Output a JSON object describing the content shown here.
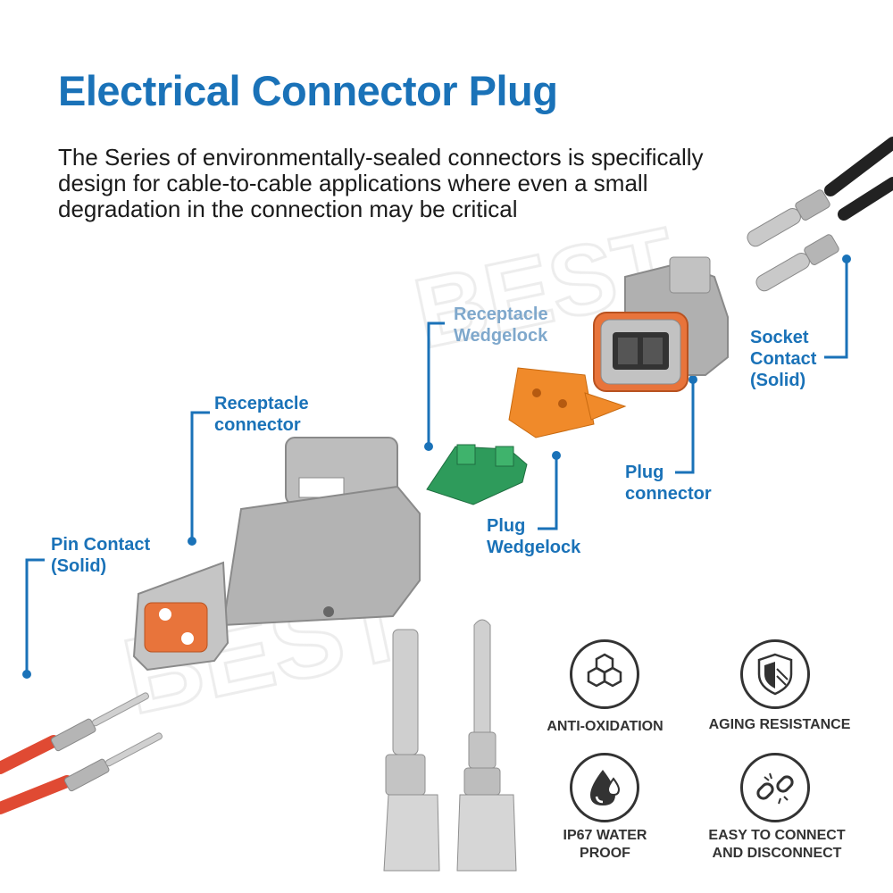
{
  "title": "Electrical Connector Plug",
  "description": [
    "The Series of environmentally-sealed connectors is specifically",
    "design for cable-to-cable applications where even a small",
    "degradation in the connection may be critical"
  ],
  "labels": {
    "receptacle_wedgelock": [
      "Receptacle",
      "Wedgelock"
    ],
    "socket_contact": [
      "Socket",
      "Contact",
      "(Solid)"
    ],
    "receptacle_connector": [
      "Receptacle",
      "connector"
    ],
    "plug_connector": [
      "Plug",
      "connector"
    ],
    "plug_wedgelock": [
      "Plug",
      "Wedgelock"
    ],
    "pin_contact": [
      "Pin Contact",
      "(Solid)"
    ]
  },
  "features": [
    {
      "label": [
        "ANTI-OXIDATION"
      ],
      "icon": "honeycomb-icon"
    },
    {
      "label": [
        "AGING RESISTANCE"
      ],
      "icon": "shield-icon"
    },
    {
      "label": [
        "IP67 WATER",
        "PROOF"
      ],
      "icon": "water-drop-icon"
    },
    {
      "label": [
        "EASY TO CONNECT",
        "AND DISCONNECT"
      ],
      "icon": "broken-chain-icon"
    }
  ],
  "watermark": "BEST",
  "colors": {
    "title_blue": "#1a72b8",
    "label_blue": "#1a72b8",
    "connector_gray": "#a9a9a9",
    "seal_orange": "#e8743b",
    "wedge_green": "#2e9b5b",
    "wire_red": "#e04a33",
    "wire_black": "#222222"
  }
}
